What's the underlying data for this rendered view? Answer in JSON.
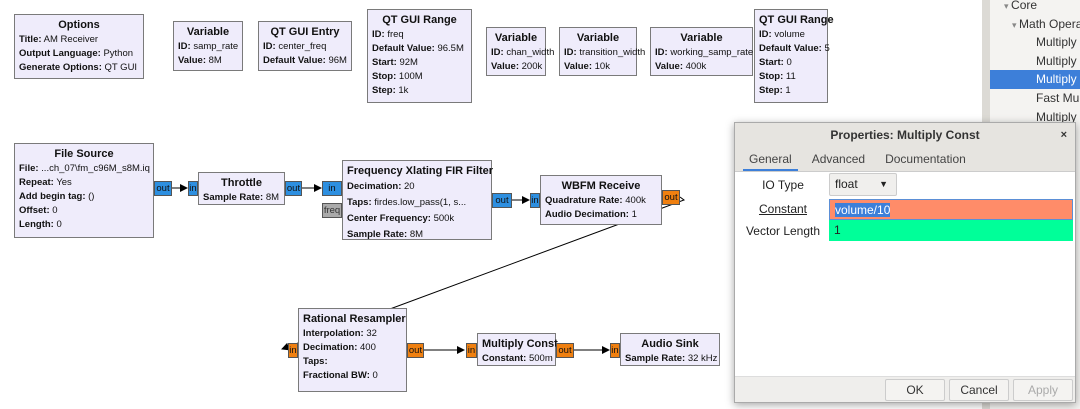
{
  "canvas": {
    "options": {
      "title": "Options",
      "p": [
        [
          "Title:",
          "AM Receiver"
        ],
        [
          "Output Language:",
          "Python"
        ],
        [
          "Generate Options:",
          "QT GUI"
        ]
      ]
    },
    "var_samp": {
      "title": "Variable",
      "p": [
        [
          "ID:",
          "samp_rate"
        ],
        [
          "Value:",
          "8M"
        ]
      ]
    },
    "entry": {
      "title": "QT GUI Entry",
      "p": [
        [
          "ID:",
          "center_freq"
        ],
        [
          "Default Value:",
          "96M"
        ]
      ]
    },
    "range_freq": {
      "title": "QT GUI Range",
      "p": [
        [
          "ID:",
          "freq"
        ],
        [
          "Default Value:",
          "96.5M"
        ],
        [
          "Start:",
          "92M"
        ],
        [
          "Stop:",
          "100M"
        ],
        [
          "Step:",
          "1k"
        ]
      ]
    },
    "var_chan": {
      "title": "Variable",
      "p": [
        [
          "ID:",
          "chan_width"
        ],
        [
          "Value:",
          "200k"
        ]
      ]
    },
    "var_trans": {
      "title": "Variable",
      "p": [
        [
          "ID:",
          "transition_width"
        ],
        [
          "Value:",
          "10k"
        ]
      ]
    },
    "var_work": {
      "title": "Variable",
      "p": [
        [
          "ID:",
          "working_samp_rate"
        ],
        [
          "Value:",
          "400k"
        ]
      ]
    },
    "range_vol": {
      "title": "QT GUI Range",
      "p": [
        [
          "ID:",
          "volume"
        ],
        [
          "Default Value:",
          "5"
        ],
        [
          "Start:",
          "0"
        ],
        [
          "Stop:",
          "11"
        ],
        [
          "Step:",
          "1"
        ]
      ]
    },
    "file_src": {
      "title": "File Source",
      "p": [
        [
          "File:",
          "...ch_07\\fm_c96M_s8M.iq"
        ],
        [
          "Repeat:",
          "Yes"
        ],
        [
          "Add begin tag:",
          "()"
        ],
        [
          "Offset:",
          "0"
        ],
        [
          "Length:",
          "0"
        ]
      ]
    },
    "throttle": {
      "title": "Throttle",
      "p": [
        [
          "Sample Rate:",
          "8M"
        ]
      ]
    },
    "xlating": {
      "title": "Frequency Xlating FIR Filter",
      "p": [
        [
          "Decimation:",
          "20"
        ],
        [
          "Taps:",
          "firdes.low_pass(1, s..."
        ],
        [
          "Center Frequency:",
          "500k"
        ],
        [
          "Sample Rate:",
          "8M"
        ]
      ]
    },
    "wbfm": {
      "title": "WBFM Receive",
      "p": [
        [
          "Quadrature Rate:",
          "400k"
        ],
        [
          "Audio Decimation:",
          "1"
        ]
      ]
    },
    "resamp": {
      "title": "Rational Resampler",
      "p": [
        [
          "Interpolation:",
          "32"
        ],
        [
          "Decimation:",
          "400"
        ],
        [
          "Taps:",
          ""
        ],
        [
          "Fractional BW:",
          "0"
        ]
      ]
    },
    "mulconst": {
      "title": "Multiply Const",
      "p": [
        [
          "Constant:",
          "500m"
        ]
      ]
    },
    "sink": {
      "title": "Audio Sink",
      "p": [
        [
          "Sample Rate:",
          "32 kHz"
        ]
      ]
    },
    "ports": {
      "in": "in",
      "out": "out",
      "freq": "freq"
    }
  },
  "sidebar": {
    "items": [
      "Core",
      "Math Operators",
      "Multiply by Tag Value",
      "Multiply Conjugate",
      "Multiply Const",
      "Fast Multiply Const",
      "Multiply by Matrix"
    ],
    "selected": 4
  },
  "dialog": {
    "title": "Properties: Multiply Const",
    "close": "×",
    "tabs": [
      "General",
      "Advanced",
      "Documentation"
    ],
    "io_type_label": "IO Type",
    "io_type_value": "float",
    "constant_label": "Constant",
    "constant_value": "volume/10",
    "veclen_label": "Vector Length",
    "veclen_value": "1",
    "ok": "OK",
    "cancel": "Cancel",
    "apply": "Apply"
  },
  "colors": {
    "stream_complex": "#2d8fe0",
    "stream_float": "#f08010",
    "selection": "#3d7fd9",
    "field_error": "#ff8c69",
    "field_ok": "#00ff99"
  }
}
